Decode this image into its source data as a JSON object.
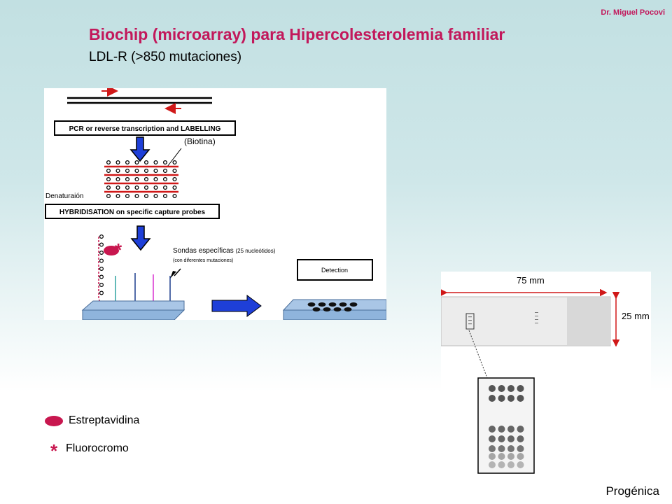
{
  "header": {
    "author": "Dr. Miguel Pocovi",
    "title": "Biochip (microarray) para Hipercolesterolemia familiar",
    "subtitle": "LDL-R   (>850 mutaciones)"
  },
  "diagram": {
    "pcr_box": "PCR or reverse transcription and LABELLING",
    "biotina_label": "(Biotina)",
    "denaturation_label": "Denaturaión",
    "hybridisation_box": "HYBRIDISATION on specific capture probes",
    "probes_label_main": "Sondas específicas",
    "probes_label_detail": "(25 nucleótidos)",
    "probes_label_sub": "(con diferentes mutaciones)",
    "detection_box": "Detection"
  },
  "chip": {
    "width_label": "75 mm",
    "height_label": "25 mm"
  },
  "legend": {
    "streptavidin": "Estreptavidina",
    "fluorochrome_symbol": "*",
    "fluorochrome": "Fluorocromo"
  },
  "footer": {
    "brand": "Progénica"
  },
  "colors": {
    "title": "#c2185b",
    "accent_red": "#c8174f",
    "arrow_blue": "#1e3fd8",
    "slide_blue": "#8fb4dc"
  }
}
